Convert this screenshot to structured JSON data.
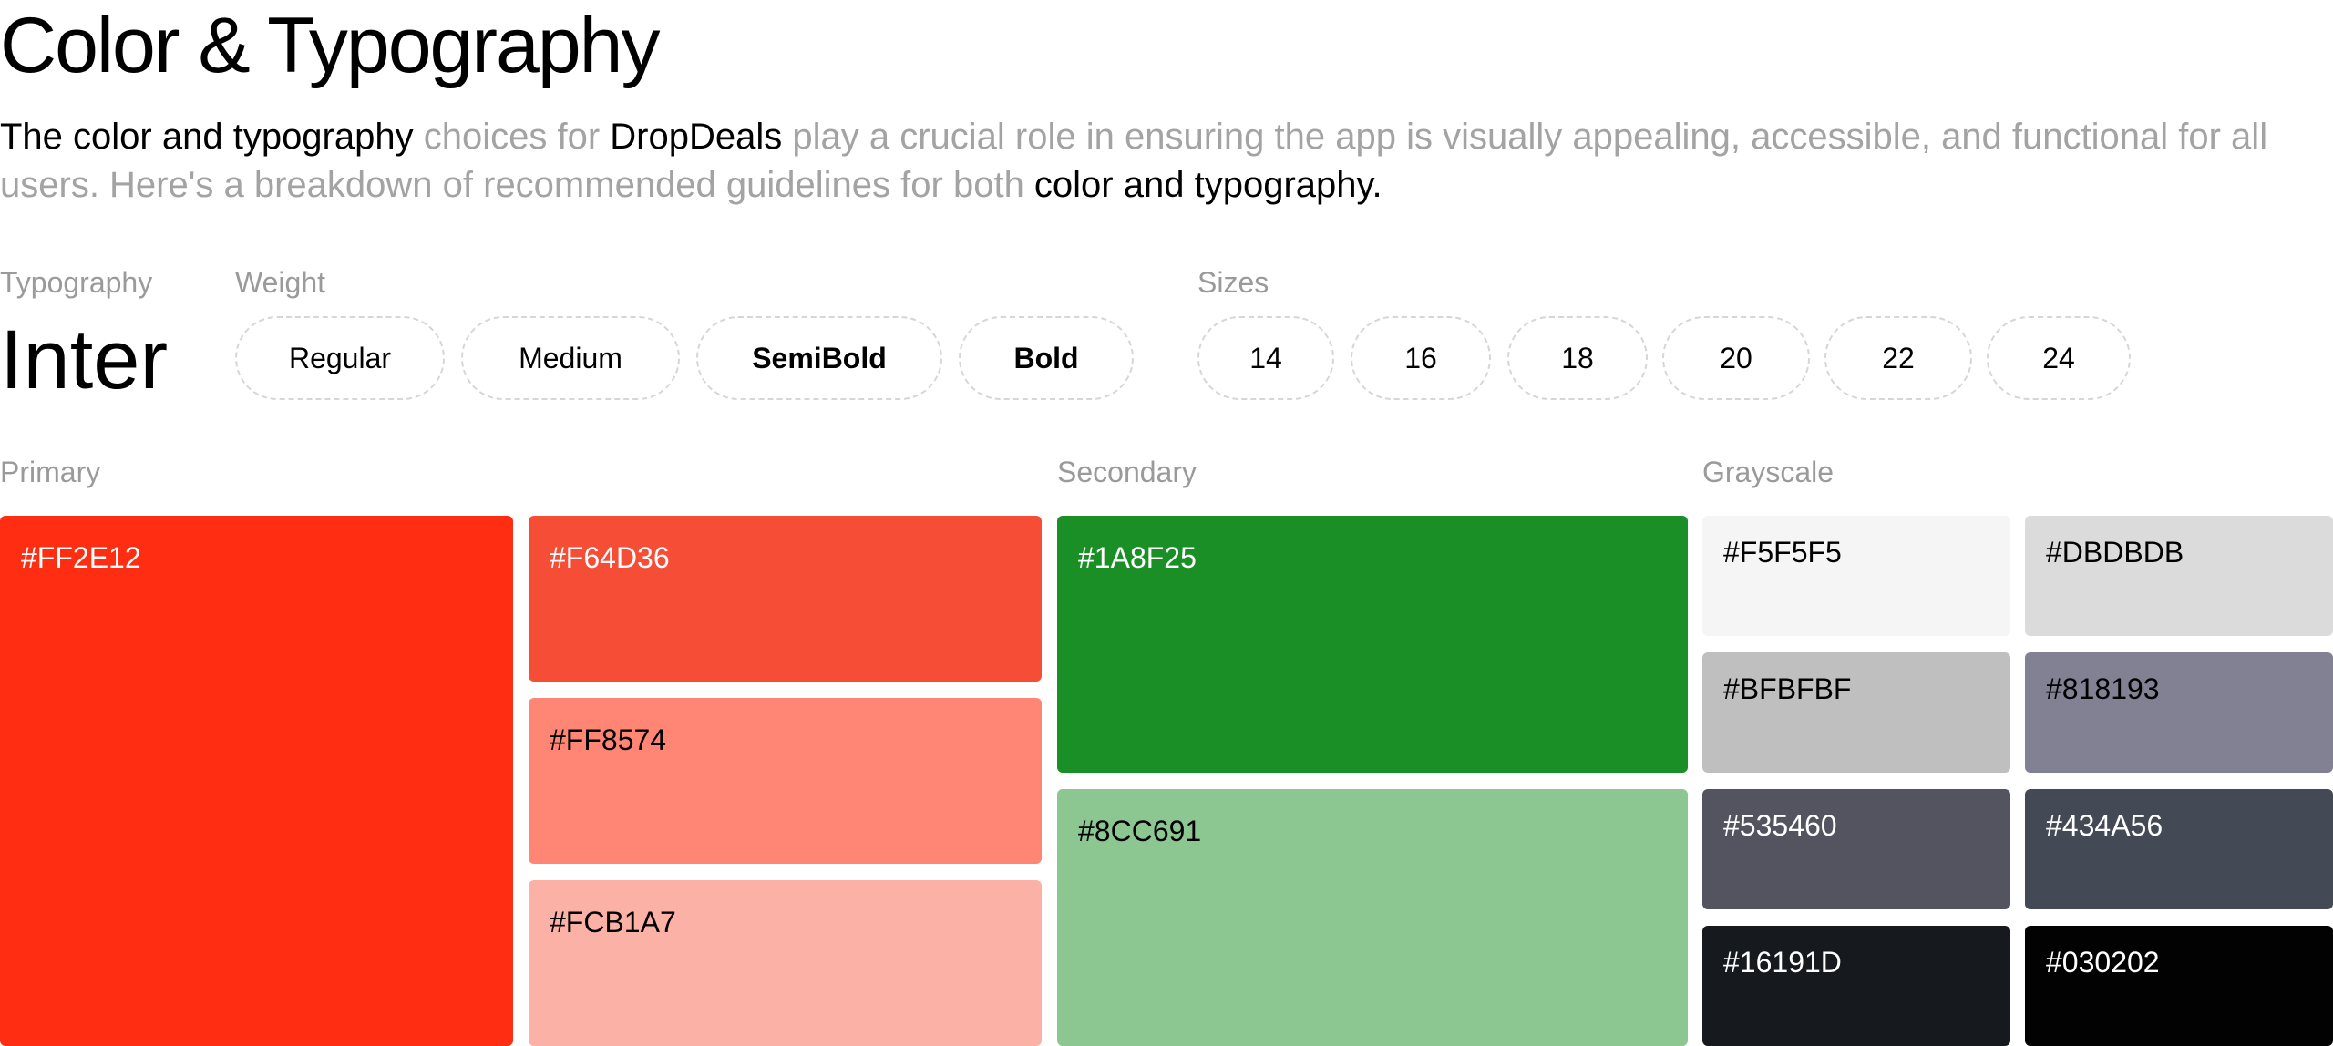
{
  "title": "Color & Typography",
  "intro": {
    "p1": "The color and typography",
    "p2": " choices for ",
    "p3": "DropDeals",
    "p4": " play a crucial role in ensuring the app is visually appealing, accessible, and functional for all users. Here's a breakdown of recommended guidelines for both ",
    "p5": "color and typography."
  },
  "typography": {
    "label": "Typography",
    "font_name": "Inter",
    "weight_label": "Weight",
    "weights": [
      "Regular",
      "Medium",
      "SemiBold",
      "Bold"
    ],
    "sizes_label": "Sizes",
    "sizes": [
      "14",
      "16",
      "18",
      "20",
      "22",
      "24"
    ]
  },
  "palette": {
    "primary_label": "Primary",
    "primary": [
      {
        "hex": "#FF2E12"
      },
      {
        "hex": "#F64D36"
      },
      {
        "hex": "#FF8574"
      },
      {
        "hex": "#FCB1A7"
      }
    ],
    "secondary_label": "Secondary",
    "secondary": [
      {
        "hex": "#1A8F25"
      },
      {
        "hex": "#8CC691"
      }
    ],
    "grayscale_label": "Grayscale",
    "grayscale": [
      {
        "hex": "#F5F5F5"
      },
      {
        "hex": "#DBDBDB"
      },
      {
        "hex": "#BFBFBF"
      },
      {
        "hex": "#818193"
      },
      {
        "hex": "#535460"
      },
      {
        "hex": "#434A56"
      },
      {
        "hex": "#16191D"
      },
      {
        "hex": "#030202"
      }
    ]
  },
  "colors": {
    "primary_1": "#FF2E12",
    "primary_2": "#F64D36",
    "primary_3": "#FF8574",
    "primary_4": "#FCB1A7",
    "secondary_1": "#1A8F25",
    "secondary_2": "#8CC691",
    "gray_1": "#F5F5F5",
    "gray_2": "#DBDBDB",
    "gray_3": "#BFBFBF",
    "gray_4": "#818193",
    "gray_5": "#535460",
    "gray_6": "#434A56",
    "gray_7": "#16191D",
    "gray_8": "#030202"
  }
}
